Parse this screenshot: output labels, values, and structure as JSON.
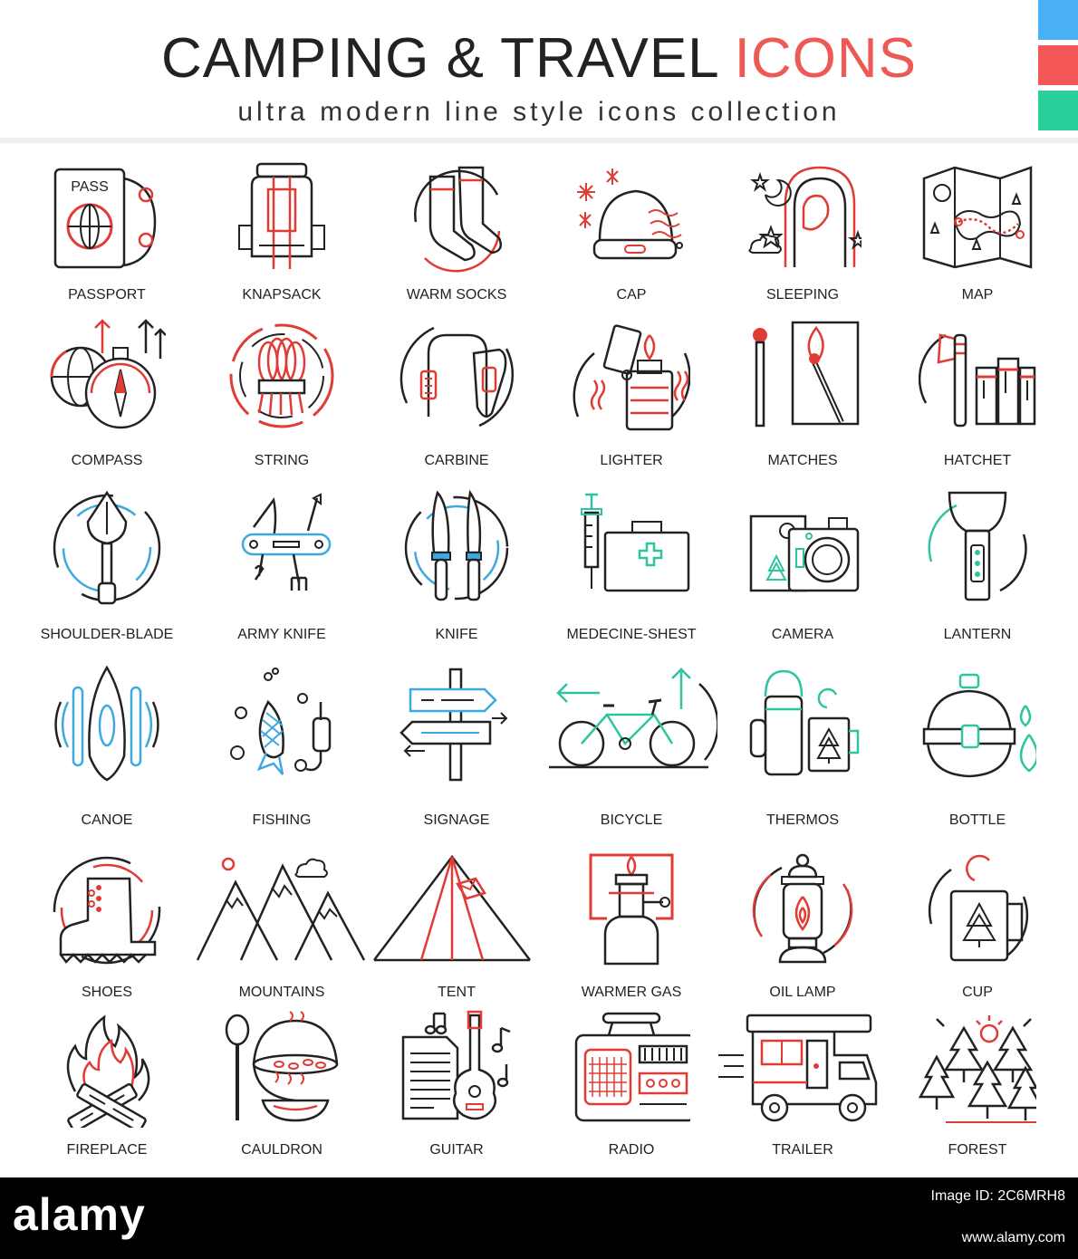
{
  "header": {
    "title_main": "CAMPING & TRAVEL",
    "title_accent": "ICONS",
    "subtitle": "ultra modern line style icons collection"
  },
  "colors": {
    "line": "#222222",
    "red": "#e03b34",
    "blue": "#3da9e0",
    "green": "#2ec4a0",
    "swatch_blue": "#4ab0f5",
    "swatch_red": "#f35757",
    "swatch_green": "#2bcf9c"
  },
  "icons": [
    {
      "label": "PASSPORT",
      "icon": "passport-icon",
      "accent": "red",
      "text": "PASS"
    },
    {
      "label": "KNAPSACK",
      "icon": "knapsack-icon",
      "accent": "red"
    },
    {
      "label": "WARM SOCKS",
      "icon": "warm-socks-icon",
      "accent": "red"
    },
    {
      "label": "CAP",
      "icon": "cap-icon",
      "accent": "red"
    },
    {
      "label": "SLEEPING",
      "icon": "sleeping-bag-icon",
      "accent": "red"
    },
    {
      "label": "MAP",
      "icon": "map-icon",
      "accent": "red"
    },
    {
      "label": "COMPASS",
      "icon": "compass-icon",
      "accent": "red"
    },
    {
      "label": "STRING",
      "icon": "string-icon",
      "accent": "red"
    },
    {
      "label": "CARBINE",
      "icon": "carbine-icon",
      "accent": "red"
    },
    {
      "label": "LIGHTER",
      "icon": "lighter-icon",
      "accent": "red"
    },
    {
      "label": "MATCHES",
      "icon": "matches-icon",
      "accent": "red"
    },
    {
      "label": "HATCHET",
      "icon": "hatchet-icon",
      "accent": "red"
    },
    {
      "label": "SHOULDER-BLADE",
      "icon": "shovel-icon",
      "accent": "blue"
    },
    {
      "label": "ARMY KNIFE",
      "icon": "army-knife-icon",
      "accent": "blue"
    },
    {
      "label": "KNIFE",
      "icon": "knife-icon",
      "accent": "blue"
    },
    {
      "label": "MEDECINE-SHEST",
      "icon": "medicine-chest-icon",
      "accent": "green"
    },
    {
      "label": "CAMERA",
      "icon": "camera-icon",
      "accent": "green"
    },
    {
      "label": "LANTERN",
      "icon": "lantern-icon",
      "accent": "green"
    },
    {
      "label": "CANOE",
      "icon": "canoe-icon",
      "accent": "blue"
    },
    {
      "label": "FISHING",
      "icon": "fishing-icon",
      "accent": "blue"
    },
    {
      "label": "SIGNAGE",
      "icon": "signage-icon",
      "accent": "blue"
    },
    {
      "label": "BICYCLE",
      "icon": "bicycle-icon",
      "accent": "green"
    },
    {
      "label": "THERMOS",
      "icon": "thermos-icon",
      "accent": "green"
    },
    {
      "label": "BOTTLE",
      "icon": "bottle-icon",
      "accent": "green"
    },
    {
      "label": "SHOES",
      "icon": "shoes-icon",
      "accent": "red"
    },
    {
      "label": "MOUNTAINS",
      "icon": "mountains-icon",
      "accent": "red"
    },
    {
      "label": "TENT",
      "icon": "tent-icon",
      "accent": "red"
    },
    {
      "label": "WARMER GAS",
      "icon": "gas-burner-icon",
      "accent": "red"
    },
    {
      "label": "OIL LAMP",
      "icon": "oil-lamp-icon",
      "accent": "red"
    },
    {
      "label": "CUP",
      "icon": "cup-icon",
      "accent": "red"
    },
    {
      "label": "FIREPLACE",
      "icon": "fireplace-icon",
      "accent": "red"
    },
    {
      "label": "CAULDRON",
      "icon": "cauldron-icon",
      "accent": "red"
    },
    {
      "label": "GUITAR",
      "icon": "guitar-icon",
      "accent": "red"
    },
    {
      "label": "RADIO",
      "icon": "radio-icon",
      "accent": "red"
    },
    {
      "label": "TRAILER",
      "icon": "trailer-icon",
      "accent": "red"
    },
    {
      "label": "FOREST",
      "icon": "forest-icon",
      "accent": "red"
    }
  ],
  "footer": {
    "brand": "alamy",
    "image_id": "Image ID: 2C6MRH8",
    "url": "www.alamy.com"
  }
}
